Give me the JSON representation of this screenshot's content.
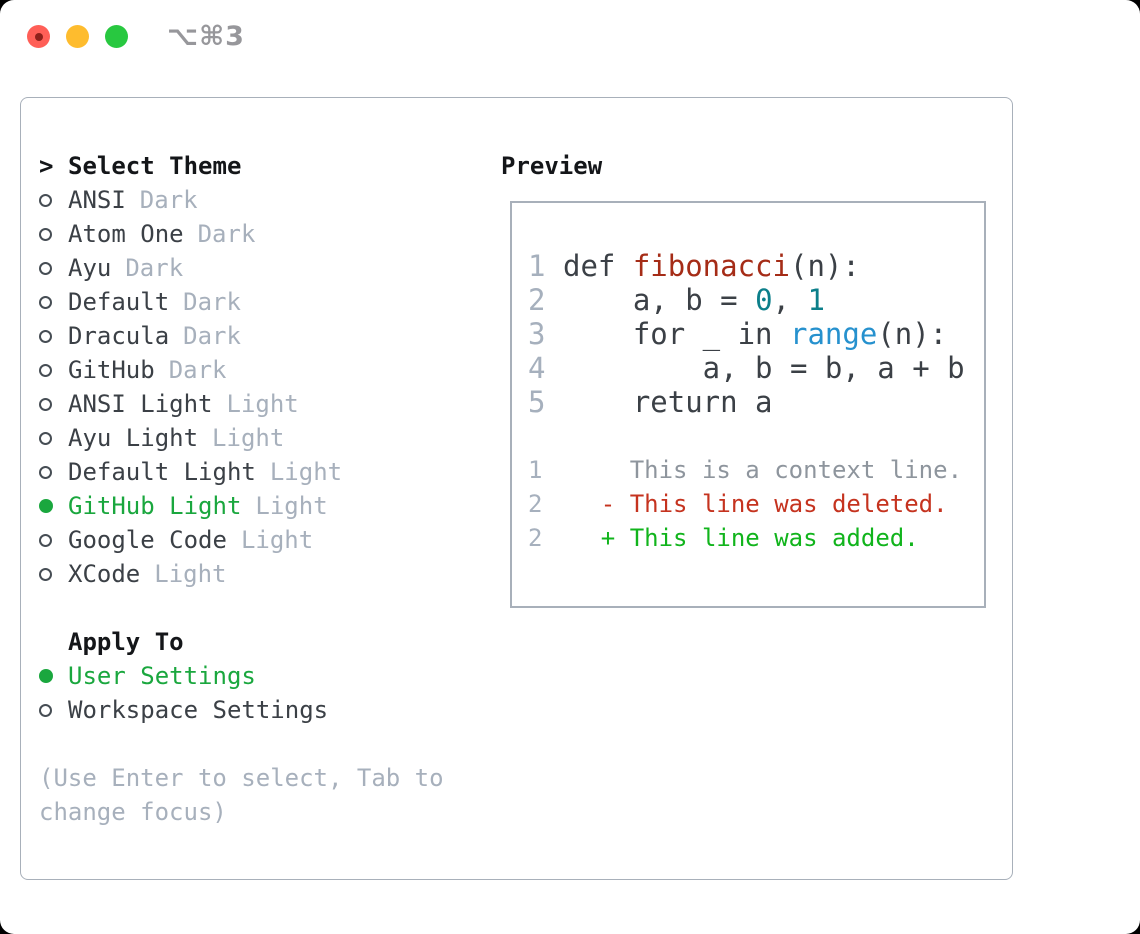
{
  "colors": {
    "accent-green": "#1aa73e",
    "added-green": "#11b41c",
    "deleted-red": "#c5331f",
    "function-red": "#a52c17",
    "literal-teal": "#0c7f8a",
    "call-blue": "#2691ce",
    "muted-gray": "#a7b0bc",
    "border-gray": "#a8b0ba"
  },
  "window": {
    "title": "⌥⌘3"
  },
  "theme_list": {
    "header_marker": ">",
    "header": "Select Theme",
    "items": [
      {
        "name": "ANSI",
        "variant": "Dark",
        "selected": false
      },
      {
        "name": "Atom One",
        "variant": "Dark",
        "selected": false
      },
      {
        "name": "Ayu",
        "variant": "Dark",
        "selected": false
      },
      {
        "name": "Default",
        "variant": "Dark",
        "selected": false
      },
      {
        "name": "Dracula",
        "variant": "Dark",
        "selected": false
      },
      {
        "name": "GitHub",
        "variant": "Dark",
        "selected": false
      },
      {
        "name": "ANSI Light",
        "variant": "Light",
        "selected": false
      },
      {
        "name": "Ayu Light",
        "variant": "Light",
        "selected": false
      },
      {
        "name": "Default Light",
        "variant": "Light",
        "selected": false
      },
      {
        "name": "GitHub Light",
        "variant": "Light",
        "selected": true
      },
      {
        "name": "Google Code",
        "variant": "Light",
        "selected": false
      },
      {
        "name": "XCode",
        "variant": "Light",
        "selected": false
      }
    ]
  },
  "apply_to": {
    "header": "Apply To",
    "options": [
      {
        "label": "User Settings",
        "selected": true
      },
      {
        "label": "Workspace Settings",
        "selected": false
      }
    ]
  },
  "hint": {
    "line1": "(Use Enter to select, Tab to",
    "line2": "change focus)"
  },
  "preview": {
    "header": "Preview",
    "code_lines": [
      {
        "num": "1",
        "segments": [
          {
            "text": "def "
          },
          {
            "text": "fibonacci"
          },
          {
            "text": "(n):"
          }
        ]
      },
      {
        "num": "2",
        "segments": [
          {
            "text": "    a, b = "
          },
          {
            "text": "0"
          },
          {
            "text": ", "
          },
          {
            "text": "1"
          }
        ]
      },
      {
        "num": "3",
        "segments": [
          {
            "text": "    for _ in "
          },
          {
            "text": "range"
          },
          {
            "text": "(n):"
          }
        ]
      },
      {
        "num": "4",
        "segments": [
          {
            "text": "        a, b = b, a + b"
          }
        ]
      },
      {
        "num": "5",
        "segments": [
          {
            "text": "    return a"
          }
        ]
      }
    ],
    "diff_lines": [
      {
        "num": "1",
        "body": "      This is a context line.",
        "kind": "context"
      },
      {
        "num": "2",
        "body": "    - This line was deleted.",
        "kind": "deleted"
      },
      {
        "num": "2",
        "body": "    + This line was added.",
        "kind": "added"
      }
    ]
  }
}
